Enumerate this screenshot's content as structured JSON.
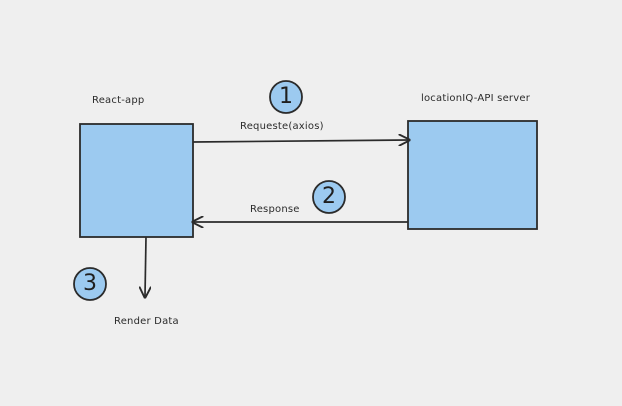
{
  "diagram": {
    "nodes": {
      "react_app": {
        "label": "React-app",
        "fill": "#9ccaf0",
        "stroke": "#2b2b2b"
      },
      "locationiq_server": {
        "label": "locationIQ-API server",
        "fill": "#9ccaf0",
        "stroke": "#2b2b2b"
      }
    },
    "edges": {
      "request": {
        "label": "Requeste(axios)"
      },
      "response": {
        "label": "Response"
      },
      "render": {
        "label": "Render Data"
      }
    },
    "steps": [
      {
        "number": "1",
        "fill": "#9ccaf0"
      },
      {
        "number": "2",
        "fill": "#9ccaf0"
      },
      {
        "number": "3",
        "fill": "#9ccaf0"
      }
    ]
  }
}
